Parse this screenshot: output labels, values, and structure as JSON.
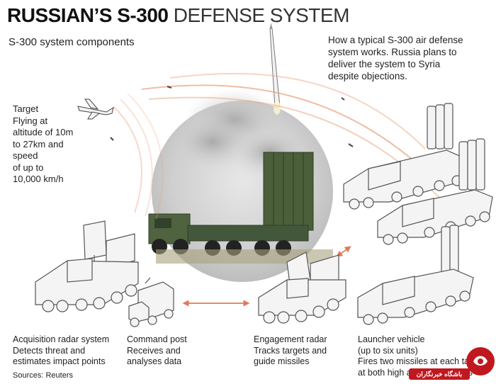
{
  "title": {
    "bold": "RUSSIAN’S S-300",
    "light": " DEFENSE SYSTEM"
  },
  "subtitle": "S-300 system components",
  "intro": "How a typical S-300 air defense\nsystem works. Russia plans to\ndeliver the system to Syria\ndespite  objections.",
  "target": "Target\nFlying at\naltitude of 10m\nto 27km and\nspeed\nof up to\n10,000 km/h",
  "captions": {
    "acquisition": "Acquisition radar system\nDetects threat and\nestimates impact points",
    "command": "Command post\nReceives and\nanalyses data",
    "engagement": "Engagement radar\nTracks targets and\nguide missiles",
    "launcher": "Launcher vehicle\n(up to six units)\nFires two missiles at each target\nat both high and low altitudes"
  },
  "source": "Sources: Reuters",
  "watermark": "باشگاه خبرنگاران",
  "colors": {
    "accent_arc": "#e8a27e",
    "arrow": "#e07a56",
    "vehicle_fill": "#f4f4f4",
    "vehicle_stroke": "#555555"
  }
}
